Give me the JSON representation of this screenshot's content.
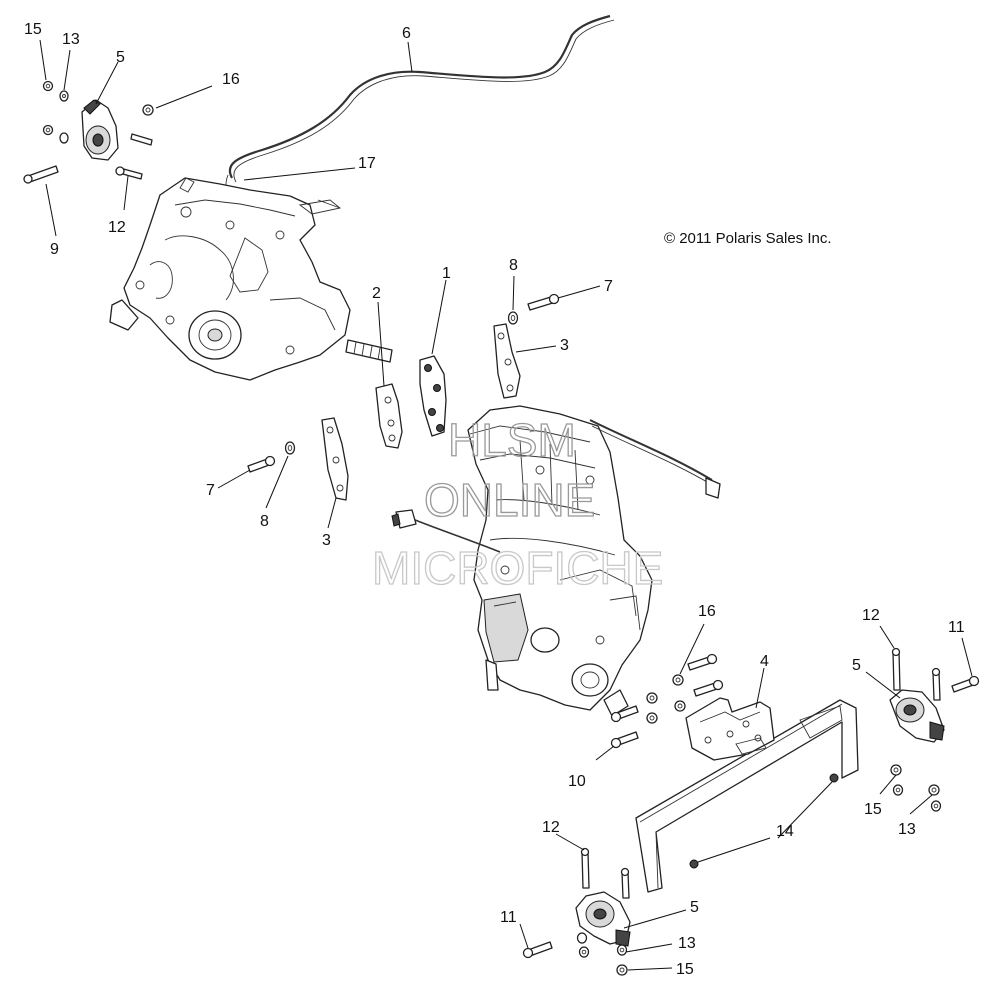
{
  "copyright": "© 2011 Polaris Sales Inc.",
  "watermark": {
    "line1": "HLSM",
    "line2": "ONLINE",
    "line3": "MICROFICHE"
  },
  "callouts": {
    "c15a": "15",
    "c13a": "13",
    "c5a": "5",
    "c16a": "16",
    "c6": "6",
    "c17": "17",
    "c12a": "12",
    "c9": "9",
    "c1": "1",
    "c2": "2",
    "c8a": "8",
    "c7a": "7",
    "c3a": "3",
    "c7b": "7",
    "c8b": "8",
    "c3b": "3",
    "c16b": "16",
    "c4": "4",
    "c12b": "12",
    "c11a": "11",
    "c5b": "5",
    "c10": "10",
    "c15b": "15",
    "c13b": "13",
    "c14": "14",
    "c12c": "12",
    "c5c": "5",
    "c11b": "11",
    "c13c": "13",
    "c15c": "15"
  }
}
